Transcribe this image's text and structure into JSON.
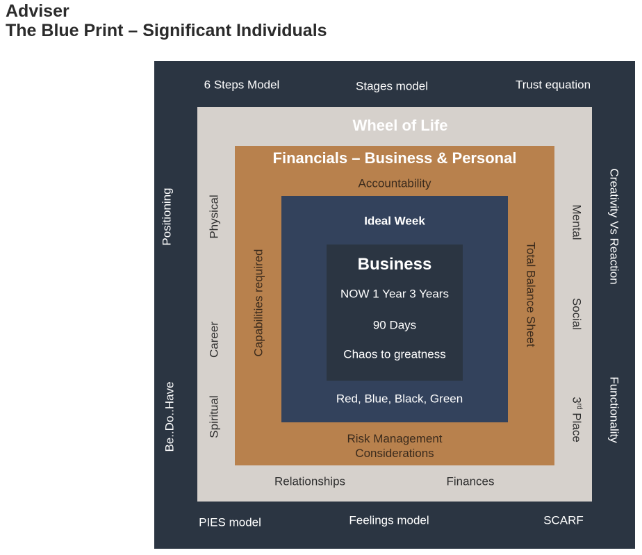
{
  "header": {
    "title_line1": "Adviser",
    "title_line2": "The Blue Print – Significant Individuals"
  },
  "outer": {
    "top_left": "6 Steps Model",
    "top_center": "Stages model",
    "top_right": "Trust equation",
    "left_top": "Positioning",
    "left_bottom": "Be..Do..Have",
    "right_top": "Creativity Vs Reaction",
    "right_bottom": "Functionality",
    "bottom_left": "PIES model",
    "bottom_center": "Feelings model",
    "bottom_right": "SCARF"
  },
  "wheel": {
    "title": "Wheel of Life",
    "left_top": "Physical",
    "left_middle": "Career",
    "left_bottom": "Spiritual",
    "right_top": "Mental",
    "right_middle": "Social",
    "right_bottom_prefix": "3",
    "right_bottom_sup": "rd",
    "right_bottom_suffix": " Place",
    "bottom_left": "Relationships",
    "bottom_right": "Finances"
  },
  "financials": {
    "title": "Financials – Business & Personal",
    "top": "Accountability",
    "left": "Capabilities required",
    "right": "Total Balance Sheet",
    "bottom_line1": "Risk Management",
    "bottom_line2": "Considerations"
  },
  "ideal_week": {
    "title": "Ideal Week",
    "bottom": "Red, Blue, Black, Green"
  },
  "business": {
    "title": "Business",
    "line1": "NOW  1 Year  3 Years",
    "line2": "90 Days",
    "line3": "Chaos to greatness"
  },
  "colors": {
    "outer": "#2b3542",
    "wheel": "#d6d1cc",
    "financials": "#b8814d",
    "ideal_week": "#33425c",
    "business": "#2b3542"
  }
}
